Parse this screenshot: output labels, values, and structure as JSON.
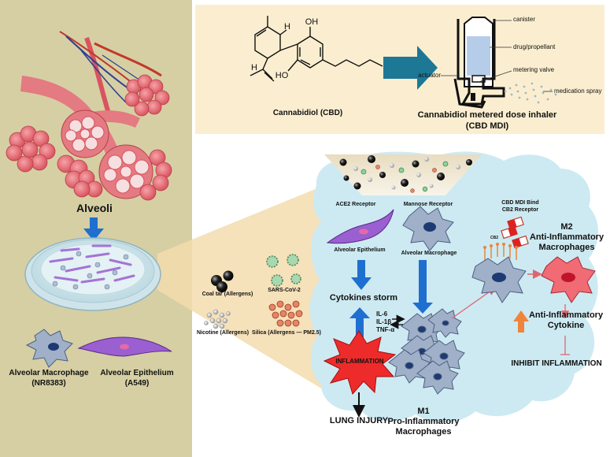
{
  "left_panel": {
    "alveoli_label": "Alveoli",
    "macrophage_label": "Alveolar Macrophage",
    "macrophage_line": "(NR8383)",
    "epithelium_label": "Alveolar Epithelium",
    "epithelium_line": "(A549)"
  },
  "inhaler_panel": {
    "cbd_label": "Cannabidiol (CBD)",
    "mdi_title": "Cannabidiol metered dose inhaler",
    "mdi_subtitle": "(CBD MDI)",
    "parts": {
      "canister": "canister",
      "drug": "drug/propellant",
      "actuator": "actuator",
      "valve": "metering valve",
      "spray": "medication spray"
    },
    "molecule_atoms": {
      "h1": "H",
      "h2": "H",
      "oh1": "OH",
      "oh2": "HO"
    }
  },
  "allergens": {
    "coal_tar": "Coal tar (Allergens)",
    "nicotine": "Nicotine (Allergens)",
    "sars": "SARS-CoV-2",
    "silica": "Silica (Allergens — PM2.5)"
  },
  "mechanism": {
    "ace2": "ACE2 Receptor",
    "mannose": "Mannose Receptor",
    "epithelium": "Alveolar Epithelium",
    "macrophage": "Alveolar Macrophage",
    "cytokines_storm": "Cytokines storm",
    "il6": "IL-6",
    "il1b": "IL-1β",
    "tnf": "TNF-α",
    "inflammation": "INFLAMMATION",
    "lung_injury": "LUNG INJURY",
    "m1_title": "M1",
    "m1_line1": "Pro-Inflammatory",
    "m1_line2": "Macrophages",
    "cbd_bind_1": "CBD MDI Bind",
    "cbd_bind_2": "CB2 Receptor",
    "cb2": "CB2",
    "m2_title": "M2",
    "m2_line1": "Anti-Inflammatory",
    "m2_line2": "Macrophages",
    "anti_cyto_1": "Anti-Inflammatory",
    "anti_cyto_2": "Cytokine",
    "inhibit": "INHIBIT INFLAMMATION"
  },
  "colors": {
    "left_bg": "#d6cfa3",
    "top_bg": "#fbeed0",
    "cloud": "#cdeaf2",
    "arrow_blue": "#1f6fd0",
    "arrow_teal": "#1d7896",
    "alveoli_pink": "#e2707a",
    "macrophage": "#9fb0c8",
    "epithelium": "#9a5fd0",
    "burst_red": "#ee2b2b",
    "m2_red": "#f06b73",
    "orange": "#f0843a"
  }
}
